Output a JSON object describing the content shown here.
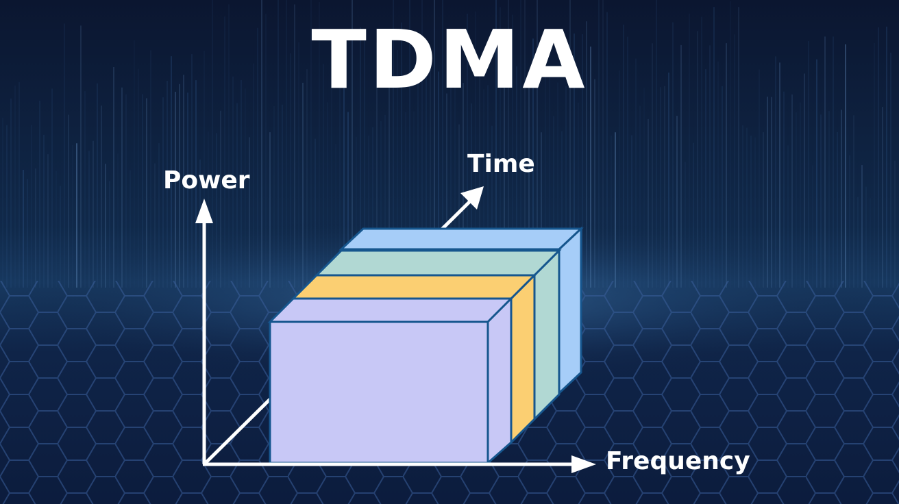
{
  "title": "TDMA",
  "axes": {
    "y_label": "Power",
    "z_label": "Time",
    "x_label": "Frequency"
  },
  "slots": [
    {
      "color": "#a6cdf8"
    },
    {
      "color": "#b1d8d3"
    },
    {
      "color": "#fbcf72"
    },
    {
      "color": "#c8c8f6"
    }
  ],
  "colors": {
    "background": "#0d1a33",
    "axis": "#ffffff",
    "block_edge": "#16568e"
  }
}
